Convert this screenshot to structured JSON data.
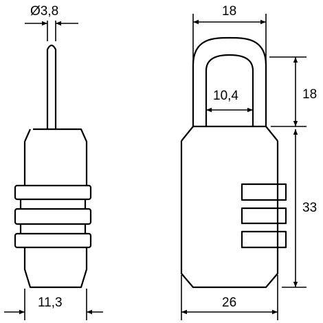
{
  "figure": {
    "dimensions": {
      "shackle_diameter": "Ø3,8",
      "side_body_width": "11,3",
      "shackle_outer_width": "18",
      "shackle_inner_width": "10,4",
      "shackle_height": "18",
      "body_height": "33",
      "body_width": "26"
    }
  },
  "colors": {
    "stroke": "#000000",
    "background": "#ffffff"
  }
}
